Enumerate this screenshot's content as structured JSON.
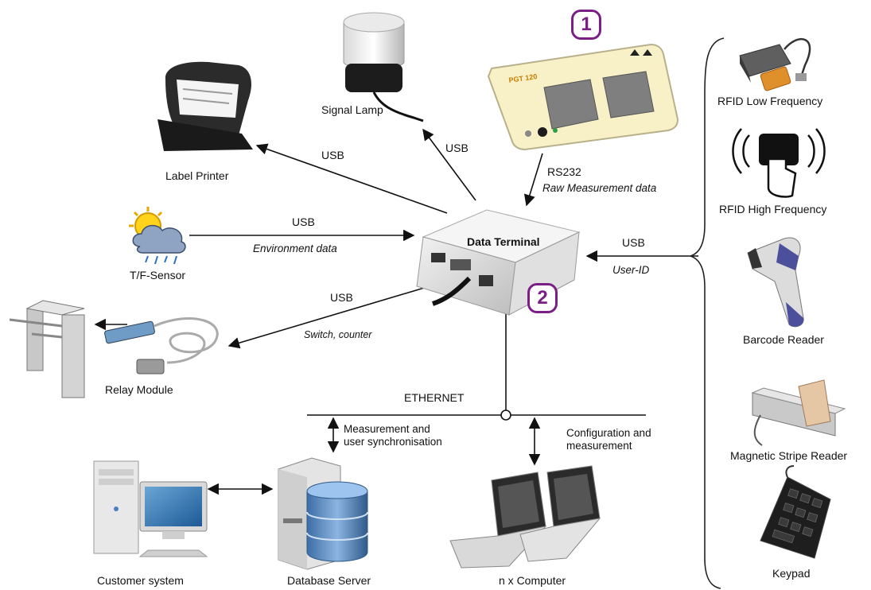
{
  "devices": {
    "label_printer": "Label Printer",
    "signal_lamp": "Signal Lamp",
    "tf_sensor": "T/F-Sensor",
    "relay_module": "Relay Module",
    "data_terminal": "Data Terminal",
    "customer_system": "Customer system",
    "database_server": "Database Server",
    "computers": "n x Computer",
    "pgt_model": "PGT 120"
  },
  "badges": {
    "pgt": "1",
    "terminal": "2"
  },
  "links": {
    "usb_printer": "USB",
    "usb_lamp": "USB",
    "rs232": "RS232",
    "raw_measurement": "Raw Measurement data",
    "usb_sensor": "USB",
    "environment_data": "Environment data",
    "usb_relay": "USB",
    "switch_counter": "Switch, counter",
    "usb_user": "USB",
    "user_id": "User-ID",
    "ethernet": "ETHERNET",
    "measurement_sync": "Measurement and\nuser synchronisation",
    "configuration": "Configuration and\nmeasurement"
  },
  "readers": {
    "rfid_low": "RFID Low Frequency",
    "rfid_high": "RFID High Frequency",
    "barcode": "Barcode Reader",
    "magnetic": "Magnetic Stripe Reader",
    "keypad": "Keypad"
  },
  "colors": {
    "badge": "#7b1f86",
    "line": "#111111"
  }
}
